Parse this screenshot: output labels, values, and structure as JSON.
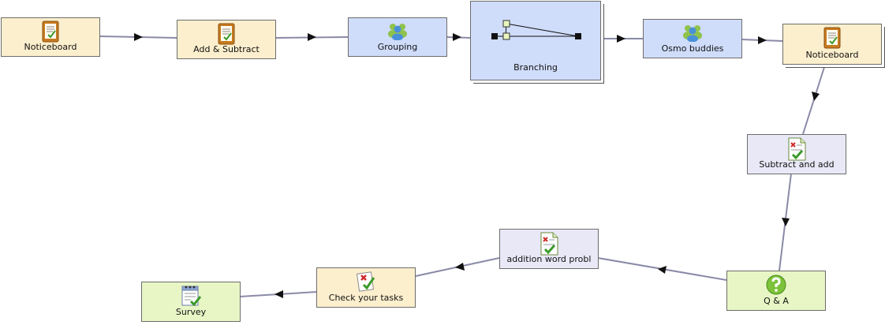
{
  "nodes": {
    "notice1": {
      "label": "Noticeboard",
      "icon": "noticeboard-icon"
    },
    "addsub": {
      "label": "Add & Subtract",
      "icon": "noticeboard-icon"
    },
    "grouping": {
      "label": "Grouping",
      "icon": "people-group-icon"
    },
    "branching": {
      "label": "Branching",
      "icon": "branch-icon"
    },
    "osmo": {
      "label": "Osmo buddies",
      "icon": "people-group-icon"
    },
    "notice2": {
      "label": "Noticeboard",
      "icon": "noticeboard-icon"
    },
    "subadd": {
      "label": "Subtract and add",
      "icon": "assessment-icon"
    },
    "qa": {
      "label": "Q & A",
      "icon": "question-mark-icon"
    },
    "wordprob": {
      "label": "addition word probl",
      "icon": "assessment-icon"
    },
    "checktasks": {
      "label": "Check your tasks",
      "icon": "checklist-icon"
    },
    "survey": {
      "label": "Survey",
      "icon": "survey-icon"
    }
  },
  "colors": {
    "notice_fill": "#fcefcd",
    "group_fill": "#cfdcfa",
    "task_fill": "#e8e8f7",
    "green_fill": "#e8f6c6",
    "connector": "#8a8aa8"
  }
}
